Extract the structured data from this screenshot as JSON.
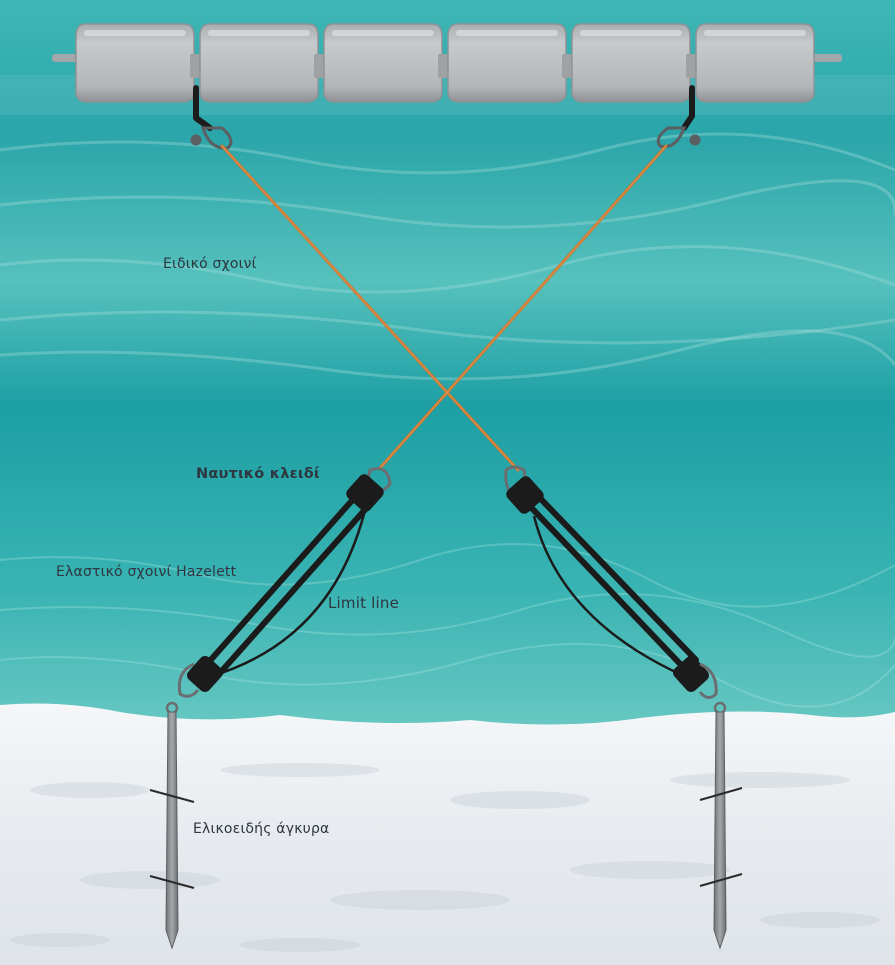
{
  "labels": {
    "special_rope": "Ειδικό σχοινί",
    "shackle": "Ναυτικό κλειδί",
    "elastic_rope": "Ελαστικό σχοινί Hazelett",
    "limit_line": "Limit line",
    "helical_anchor": "Ελικοειδής άγκυρα"
  },
  "colors": {
    "water_top": "#2aa7ab",
    "water_mid": "#37b6b4",
    "water_deep": "#1fa3a6",
    "sand": "#eef1f4",
    "float": "#b9bcbf",
    "rope": "#c9762e",
    "elastic": "#1b1b1b",
    "anchor": "#8a8d90",
    "text": "#2e3640"
  },
  "floats": {
    "count": 6
  }
}
